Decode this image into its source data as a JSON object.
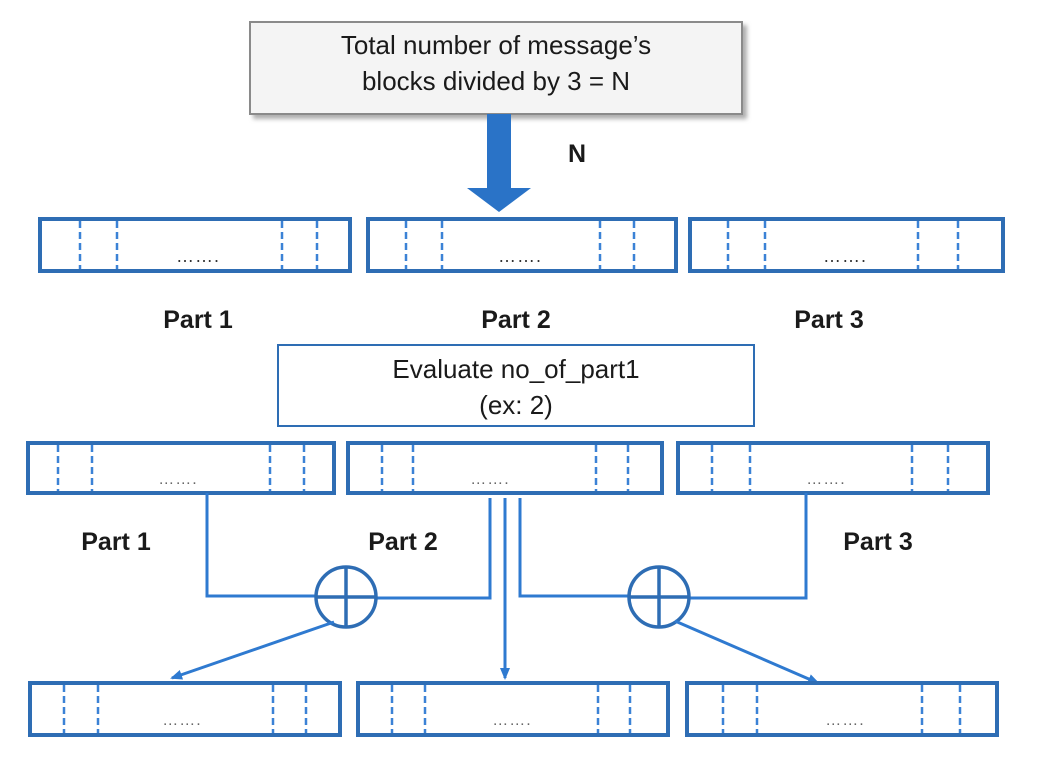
{
  "title_box": {
    "line1": "Total number of message’s",
    "line2": "blocks divided by 3 = N"
  },
  "arrow_label": "N",
  "row1": {
    "parts": [
      "Part 1",
      "Part 2",
      "Part 3"
    ],
    "ellipsis": "……."
  },
  "evaluate_box": {
    "line1": "Evaluate no_of_part1",
    "line2": "(ex: 2)"
  },
  "row2": {
    "parts": [
      "Part 1",
      "Part 2",
      "Part 3"
    ],
    "ellipsis": "……."
  },
  "row3": {
    "ellipsis": "……."
  },
  "operators": {
    "xor_symbol": "⊕"
  },
  "colors": {
    "block_border": "#2e6db4",
    "arrow": "#2f7ad0",
    "text": "#1a1a1a"
  }
}
